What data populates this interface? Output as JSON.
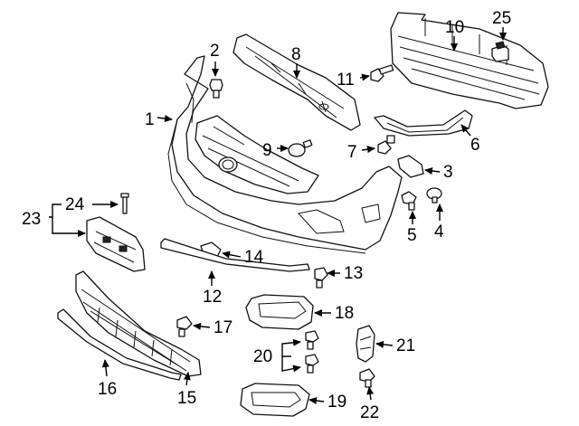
{
  "callouts": [
    "1",
    "2",
    "3",
    "4",
    "5",
    "6",
    "7",
    "8",
    "9",
    "10",
    "11",
    "12",
    "13",
    "14",
    "15",
    "16",
    "17",
    "18",
    "19",
    "20",
    "21",
    "22",
    "23",
    "24",
    "25"
  ],
  "arrow_color": "#000000",
  "line_color": "#111111"
}
